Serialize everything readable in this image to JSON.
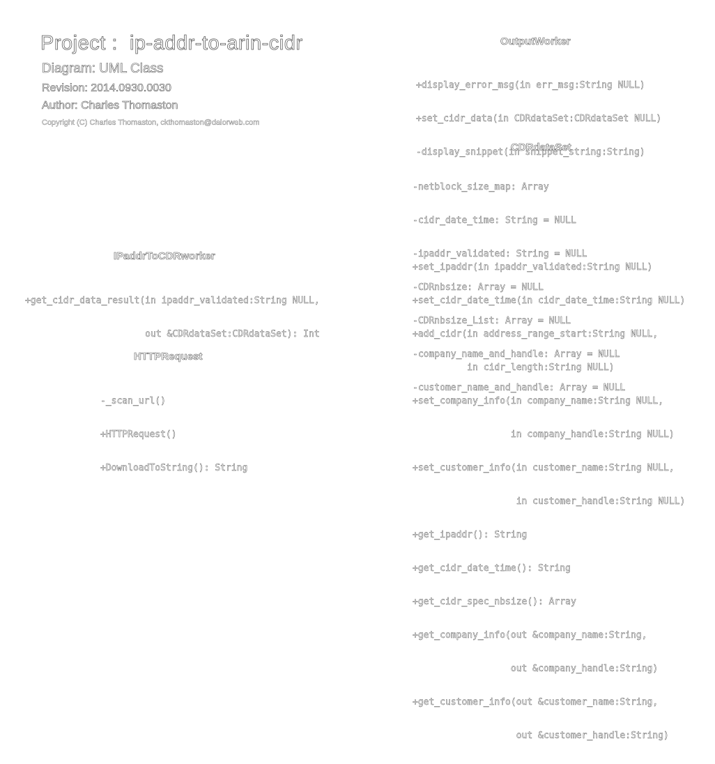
{
  "header": {
    "project": "Project :  ip-addr-to-arin-cidr",
    "diagram": "Diagram: UML Class",
    "revision": "Revision: 2014.0930.0030",
    "author": "Author: Charles Thomaston",
    "copyright": "Copyright (C) Charles Thomaston, ckthomaston@dalorweb.com"
  },
  "classes": {
    "output_worker": {
      "name": "OutputWorker",
      "members": [
        "+display_error_msg(in err_msg:String NULL)",
        "+set_cidr_data(in CDRdataSet:CDRdataSet NULL)",
        "-display_snippet(in snippet_string:String)"
      ]
    },
    "cdr_data_set": {
      "name": "CDRdataSet",
      "attributes": [
        "-netblock_size_map: Array",
        "-cidr_date_time: String = NULL",
        "-ipaddr_validated: String = NULL",
        "-CDRnbsize: Array = NULL",
        "-CDRnbsize_List: Array = NULL",
        "-company_name_and_handle: Array = NULL",
        "-customer_name_and_handle: Array = NULL"
      ],
      "operations": [
        "+set_ipaddr(in ipaddr_validated:String NULL)",
        "+set_cidr_date_time(in cidr_date_time:String NULL)",
        "+add_cidr(in address_range_start:String NULL,",
        "          in cidr_length:String NULL)",
        "+set_company_info(in company_name:String NULL,",
        "                  in company_handle:String NULL)",
        "+set_customer_info(in customer_name:String NULL,",
        "                   in customer_handle:String NULL)",
        "+get_ipaddr(): String",
        "+get_cidr_date_time(): String",
        "+get_cidr_spec_nbsize(): Array",
        "+get_company_info(out &company_name:String,",
        "                  out &company_handle:String)",
        "+get_customer_info(out &customer_name:String,",
        "                   out &customer_handle:String)"
      ]
    },
    "ipaddr_to_cdr_worker": {
      "name": "IPaddrToCDRworker",
      "members": [
        "+get_cidr_data_result(in ipaddr_validated:String NULL,",
        "                      out &CDRdataSet:CDRdataSet): Int"
      ]
    },
    "http_request": {
      "name": "HTTPRequest",
      "members": [
        "-_scan_url()",
        "+HTTPRequest()",
        "+DownloadToString(): String"
      ]
    }
  }
}
